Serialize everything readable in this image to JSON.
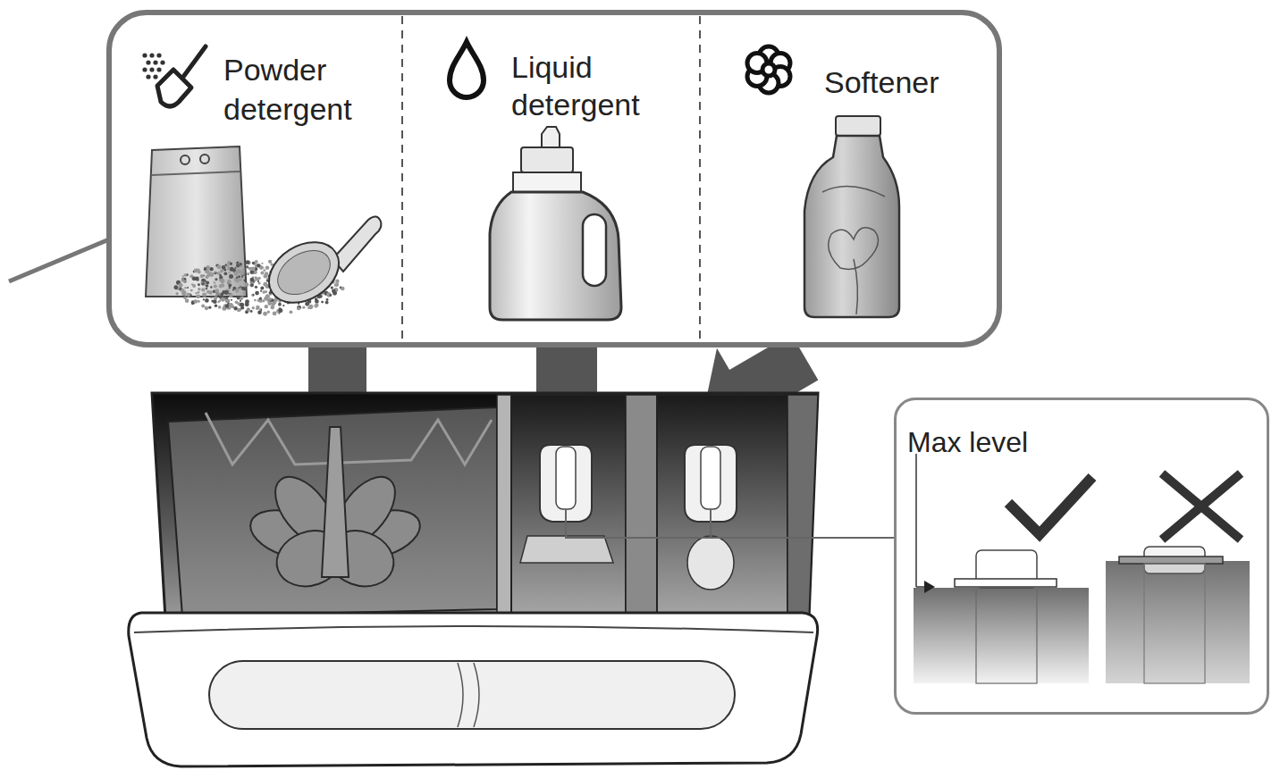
{
  "diagram": {
    "nodes": [
      {
        "text": [
          "Powder detergent"
        ]
      },
      {
        "text": [
          "Liquid detergent"
        ]
      },
      {
        "text": [
          "Softener"
        ]
      },
      {
        "text": [
          "Max level"
        ]
      }
    ]
  }
}
